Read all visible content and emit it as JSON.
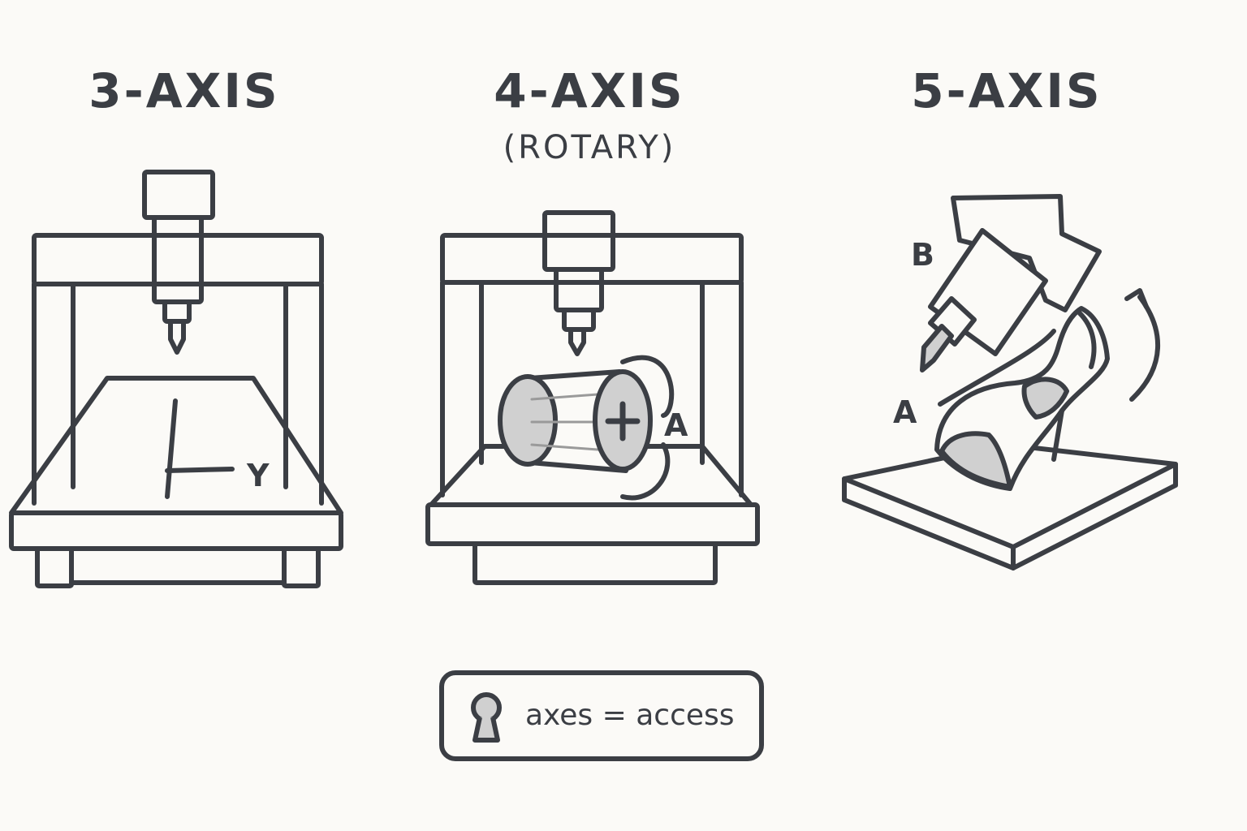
{
  "panels": [
    {
      "title": "3-AXIS",
      "subtitle": "",
      "axis_labels": [
        "Y"
      ]
    },
    {
      "title": "4-AXIS",
      "subtitle": "(ROTARY)",
      "axis_labels": [
        "A"
      ]
    },
    {
      "title": "5-AXIS",
      "subtitle": "",
      "axis_labels": [
        "B",
        "A"
      ]
    }
  ],
  "legend": {
    "icon": "keyhole-icon",
    "text": "axes = access"
  },
  "colors": {
    "stroke": "#3b3e44",
    "fill": "#d0d0d0",
    "background": "#fbfaf7"
  }
}
